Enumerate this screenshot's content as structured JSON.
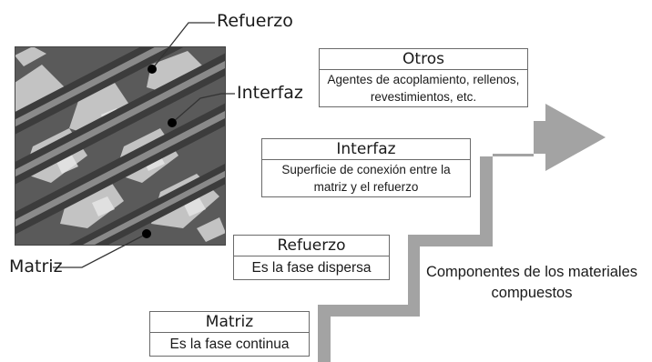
{
  "figure": {
    "labels": {
      "refuerzo": "Refuerzo",
      "interfaz": "Interfaz",
      "matriz": "Matriz"
    },
    "steps": [
      {
        "title": "Matriz",
        "description": "Es la fase continua"
      },
      {
        "title": "Refuerzo",
        "description": "Es la fase dispersa"
      },
      {
        "title": "Interfaz",
        "description": "Superficie de conexión entre la matriz y el refuerzo"
      },
      {
        "title": "Otros",
        "description": "Agentes de acoplamiento, rellenos, revestimientos, etc."
      }
    ],
    "caption": "Componentes de los materiales compuestos",
    "colors": {
      "stair_arrow": "#a3a3a3",
      "box_border": "#6a6a6a"
    }
  }
}
